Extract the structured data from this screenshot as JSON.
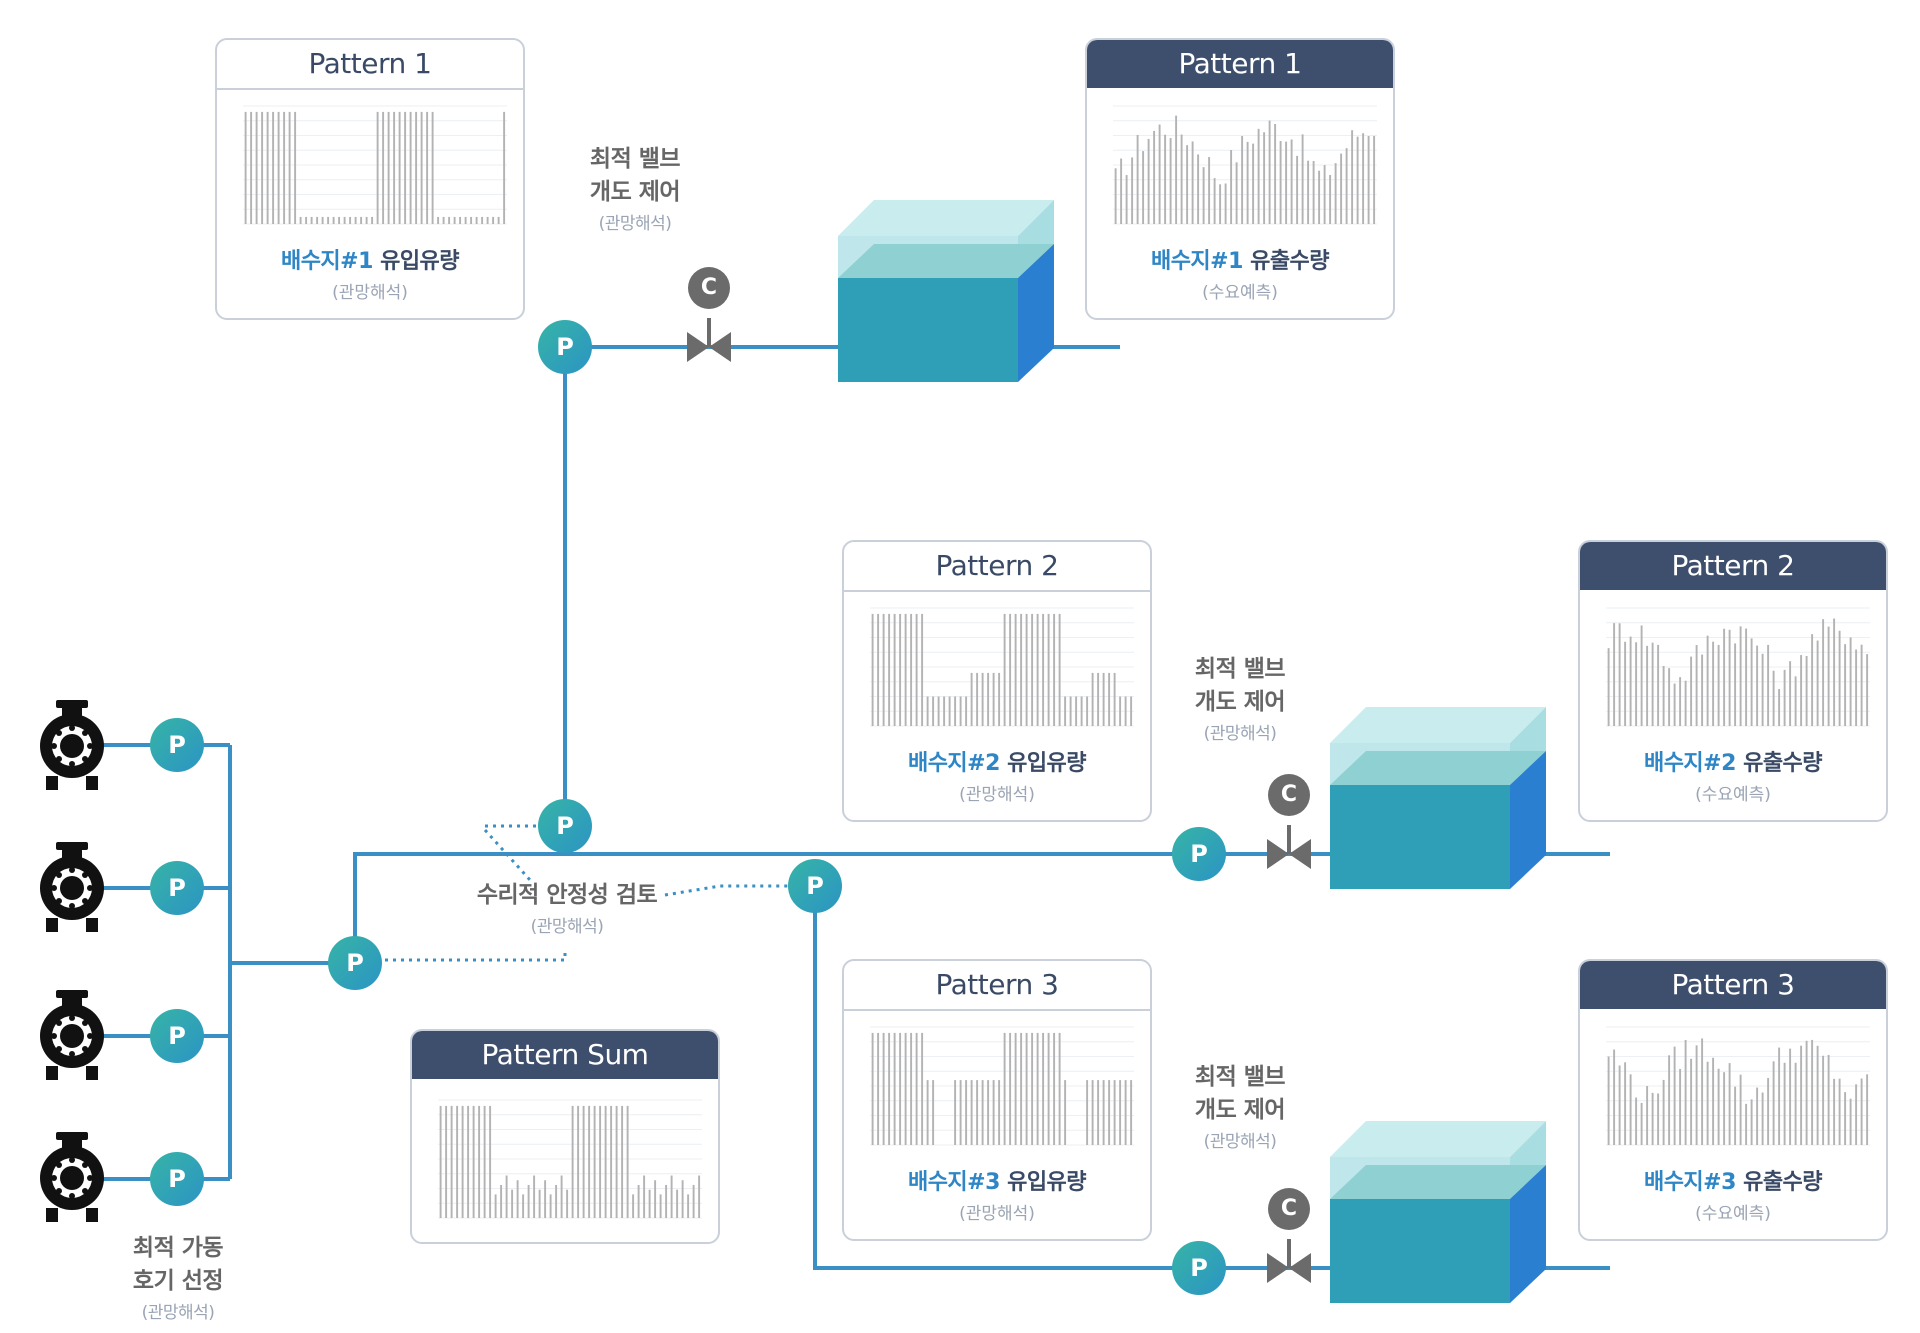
{
  "colors": {
    "pipe": "#3a8fc4",
    "node_gradient": [
      "#37b4a6",
      "#2b94c4"
    ],
    "card_header_dark": "#3e4f6e",
    "highlight_text": "#2f86c6",
    "tank_front": "#2d9fb8",
    "tank_side": "#2a7fd0",
    "tank_top": "#92d3d8"
  },
  "node_label": "P",
  "valve_label": "C",
  "cards": {
    "p1_in": {
      "header": "Pattern 1",
      "title_hl": "배수지#1",
      "title_rest": " 유입유량",
      "subtitle": "(관망해석)"
    },
    "p1_out": {
      "header": "Pattern 1",
      "title_hl": "배수지#1",
      "title_rest": " 유출수량",
      "subtitle": "(수요예측)"
    },
    "p2_in": {
      "header": "Pattern 2",
      "title_hl": "배수지#2",
      "title_rest": " 유입유량",
      "subtitle": "(관망해석)"
    },
    "p2_out": {
      "header": "Pattern 2",
      "title_hl": "배수지#2",
      "title_rest": " 유출수량",
      "subtitle": "(수요예측)"
    },
    "p3_in": {
      "header": "Pattern 3",
      "title_hl": "배수지#3",
      "title_rest": " 유입유량",
      "subtitle": "(관망해석)"
    },
    "p3_out": {
      "header": "Pattern 3",
      "title_hl": "배수지#3",
      "title_rest": " 유출수량",
      "subtitle": "(수요예측)"
    },
    "sum": {
      "header": "Pattern Sum"
    }
  },
  "labels": {
    "valve_control": {
      "line1": "최적 밸브",
      "line2": "개도 제어",
      "sub": "(관망해석)"
    },
    "stability": {
      "line1": "수리적 안정성 검토",
      "sub": "(관망해석)"
    },
    "pump_select": {
      "line1": "최적 가동",
      "line2": "호기 선정",
      "sub": "(관망해석)"
    }
  },
  "icons": [
    "centrifugal-pump-icon",
    "gate-valve-icon",
    "reservoir-tank-icon"
  ]
}
